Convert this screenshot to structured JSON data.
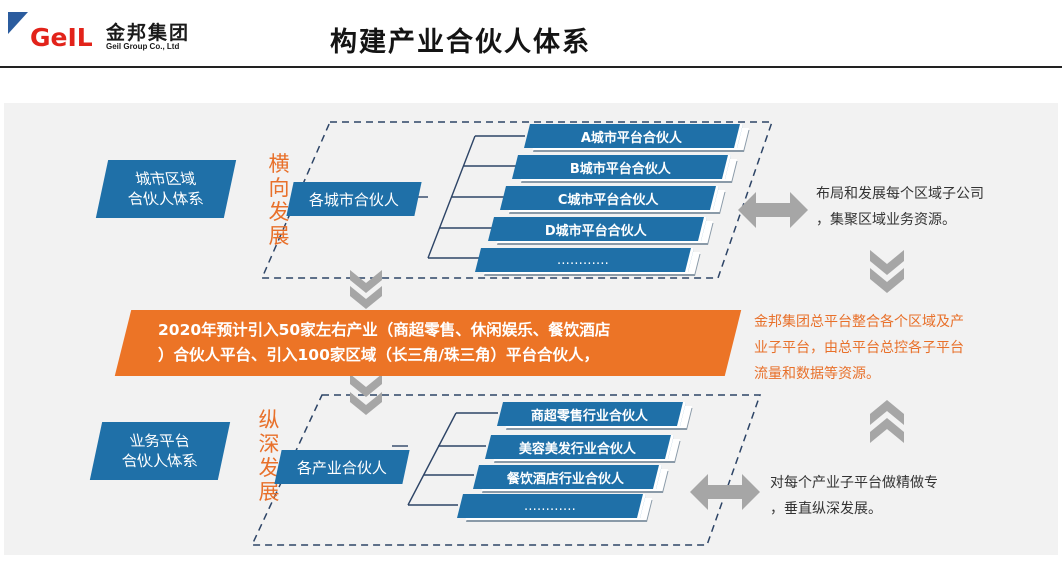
{
  "header": {
    "logo_mark": "GeIL",
    "logo_name": "金邦集团",
    "logo_en": "Geil Group Co., Ltd",
    "title": "构建产业合伙人体系"
  },
  "horizontal": {
    "system_label": [
      "城市区域",
      "合伙人体系"
    ],
    "direction_label": "横向发展",
    "hub_label": "各城市合伙人",
    "bars": [
      "A城市平台合伙人",
      "B城市平台合伙人",
      "C城市平台合伙人",
      "D城市平台合伙人",
      "…………"
    ],
    "description": [
      "布局和发展每个区域子公司",
      "，集聚区域业务资源。"
    ]
  },
  "banner": {
    "lines": [
      "2020年预计引入50家左右产业（商超零售、休闲娱乐、餐饮酒店",
      "）合伙人平台、引入100家区域（长三角/珠三角）平台合伙人，"
    ]
  },
  "center_note": [
    "金邦集团总平台整合各个区域及产",
    "业子平台，由总平台总控各子平台",
    "流量和数据等资源。"
  ],
  "vertical": {
    "system_label": [
      "业务平台",
      "合伙人体系"
    ],
    "direction_label": "纵深发展",
    "hub_label": "各产业合伙人",
    "bars": [
      "商超零售行业合伙人",
      "美容美发行业合伙人",
      "餐饮酒店行业合伙人",
      "…………"
    ],
    "description": [
      "对每个产业子平台做精做专",
      "，垂直纵深发展。"
    ]
  },
  "colors": {
    "blue": "#1f70a8",
    "orange": "#ec7426",
    "gray_arrow": "#a6a6a6",
    "logo_red": "#e2231a"
  },
  "icons": [
    "double-arrow-horizontal-icon",
    "double-chevron-down-icon",
    "double-chevron-up-icon"
  ]
}
